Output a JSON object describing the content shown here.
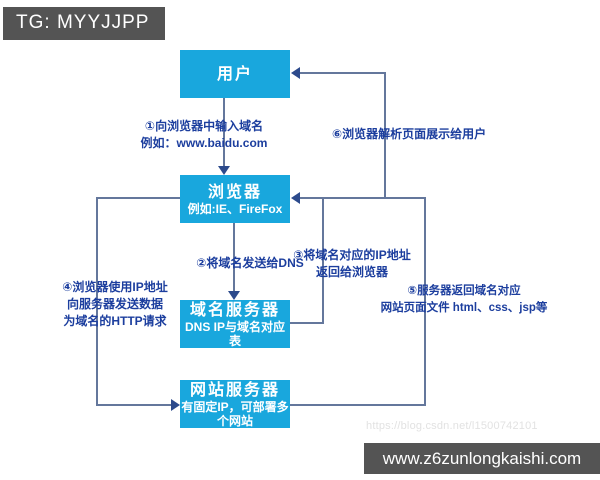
{
  "header": {
    "tag_label": "TG: MYYJJPP"
  },
  "footer": {
    "site_label": "www.z6zunlongkaishi.com"
  },
  "watermark_text": "https://blog.csdn.net/l1500742101",
  "diagram": {
    "nodes": [
      {
        "id": "user",
        "title": "用户",
        "subtitle": ""
      },
      {
        "id": "browser",
        "title": "浏览器",
        "subtitle": "例如:IE、FireFox"
      },
      {
        "id": "dns-server",
        "title": "域名服务器",
        "subtitle": "DNS IP与域名对应表"
      },
      {
        "id": "web-server",
        "title": "网站服务器",
        "subtitle": "有固定IP，可部署多个网站"
      }
    ],
    "labels": {
      "step1": {
        "lines": [
          "①向浏览器中输入域名",
          "例如：www.baidu.com"
        ]
      },
      "step2": {
        "lines": [
          "②将域名发送给DNS"
        ]
      },
      "step3": {
        "lines": [
          "③将域名对应的IP地址",
          "返回给浏览器"
        ]
      },
      "step4": {
        "lines": [
          "④浏览器使用IP地址",
          "向服务器发送数据",
          "为域名的HTTP请求"
        ]
      },
      "step5": {
        "lines": [
          "⑤服务器返回域名对应",
          "网站页面文件 html、css、jsp等"
        ]
      },
      "step6": {
        "lines": [
          "⑥浏览器解析页面展示给用户"
        ]
      }
    },
    "colors": {
      "node_fill": "#19a7dd",
      "connector": "#64779c",
      "arrowhead": "#2c4a8c",
      "label_text": "#1c3e9e",
      "chrome_bg": "#545454",
      "watermark_text": "#e2e2e2"
    }
  }
}
